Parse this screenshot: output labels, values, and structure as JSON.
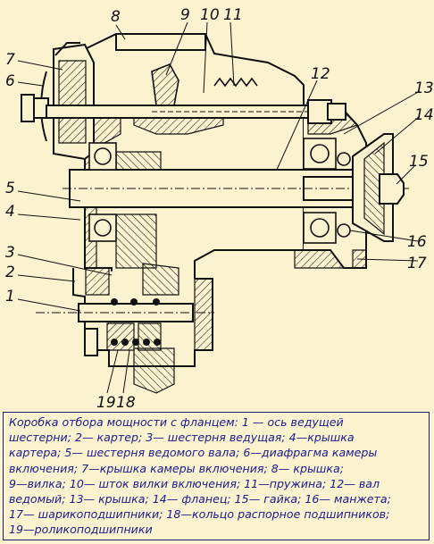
{
  "callouts": {
    "c1": "1",
    "c2": "2",
    "c3": "3",
    "c4": "4",
    "c5": "5",
    "c6": "6",
    "c7": "7",
    "c8": "8",
    "c9": "9",
    "c10": "10",
    "c11": "11",
    "c12": "12",
    "c13": "13",
    "c14": "14",
    "c15": "15",
    "c16": "16",
    "c17": "17",
    "c18": "18",
    "c19": "19"
  },
  "caption": {
    "lines": [
      "Коробка отбора мощности с фланцем: 1 — ось ведущей",
      "шестерни; 2— картер; 3— шестерня ведущая; 4—крышка",
      "картера; 5— шестерня ведомого вала; 6—диафрагма камеры",
      "включения; 7—крышка камеры включения; 8— крышка;",
      "9—вилка; 10— шток вилки включения; 11—пружина; 12— вал",
      "ведомый; 13— крышка; 14— фланец; 15— гайка; 16— манжета;",
      "17— шарикоподшипники; 18—кольцо распорное подшипников;",
      "19—роликоподшипники"
    ]
  },
  "colors": {
    "background": "#fbf3d0",
    "ink": "#111111",
    "caption_text": "#1a1a8c",
    "caption_border": "#1a1a7a"
  }
}
